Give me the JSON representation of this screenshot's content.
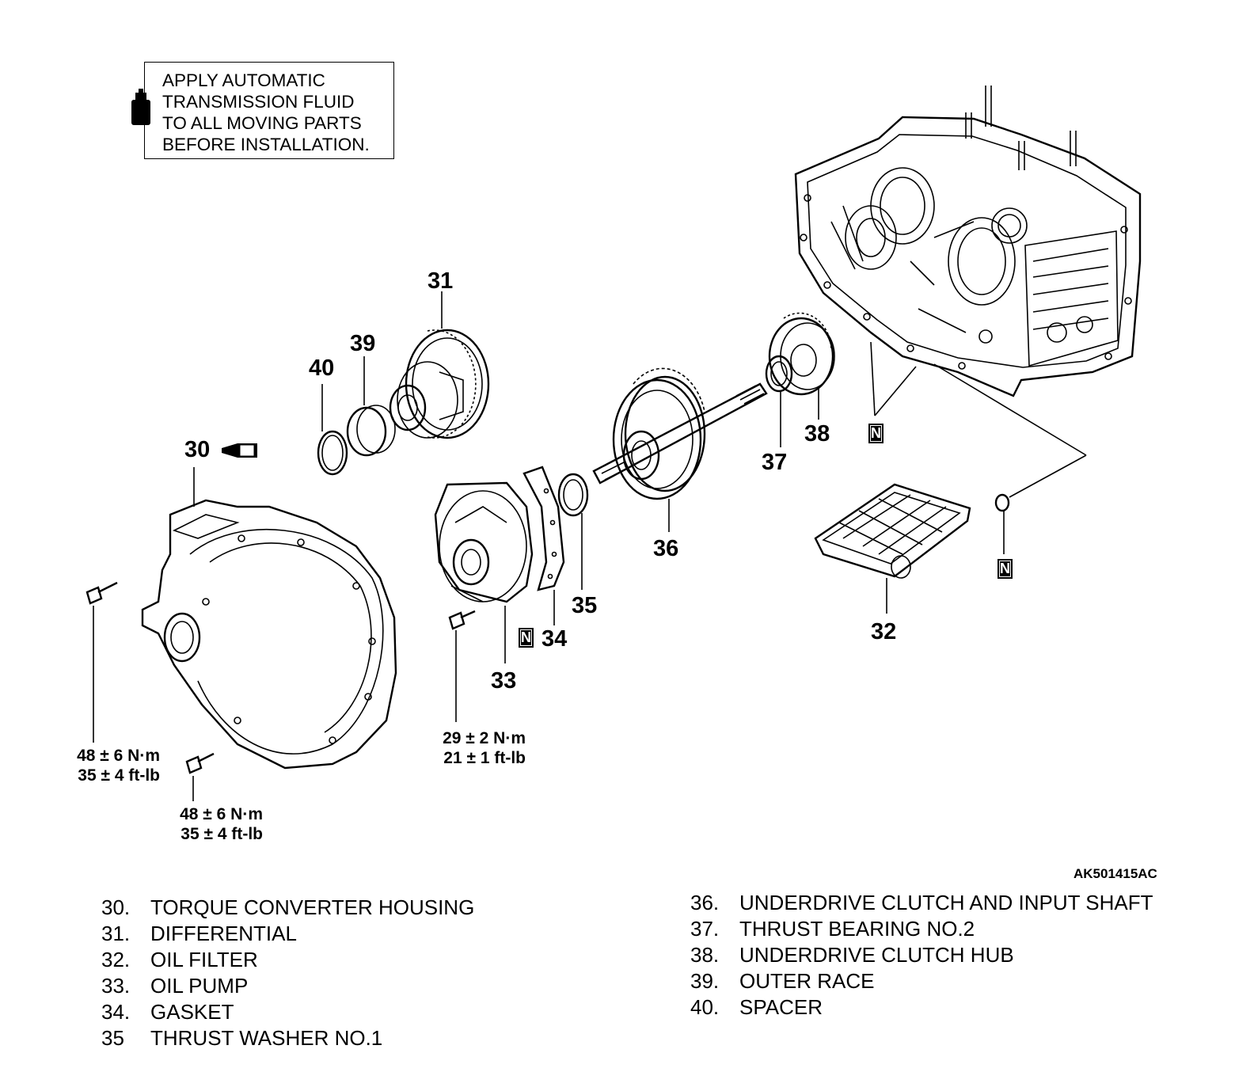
{
  "note": {
    "lines": [
      "APPLY AUTOMATIC",
      "TRANSMISSION FLUID",
      "TO ALL MOVING PARTS",
      "BEFORE INSTALLATION."
    ],
    "icon": "fluid-bottle-icon"
  },
  "callouts": {
    "c30": "30",
    "c31": "31",
    "c32": "32",
    "c33": "33",
    "c34": "34",
    "c35": "35",
    "c36": "36",
    "c37": "37",
    "c38": "38",
    "c39": "39",
    "c40": "40"
  },
  "new_part_mark": "N",
  "torque": {
    "housing_bolt_left": [
      "48 ± 6 N·m",
      "35 ± 4 ft-lb"
    ],
    "housing_bolt_bottom": [
      "48 ± 6 N·m",
      "35 ± 4 ft-lb"
    ],
    "pump_bolt": [
      "29 ± 2 N·m",
      "21 ± 1 ft-lb"
    ]
  },
  "figure_id": "AK501415AC",
  "legend": {
    "left": [
      {
        "num": "30.",
        "label": "TORQUE CONVERTER HOUSING"
      },
      {
        "num": "31.",
        "label": "DIFFERENTIAL"
      },
      {
        "num": "32.",
        "label": "OIL FILTER"
      },
      {
        "num": "33.",
        "label": "OIL PUMP"
      },
      {
        "num": "34.",
        "label": "GASKET"
      },
      {
        "num": "35",
        "label": "THRUST WASHER NO.1"
      }
    ],
    "right": [
      {
        "num": "36.",
        "label": "UNDERDRIVE CLUTCH AND INPUT SHAFT"
      },
      {
        "num": "37.",
        "label": "THRUST BEARING NO.2"
      },
      {
        "num": "38.",
        "label": "UNDERDRIVE CLUTCH HUB"
      },
      {
        "num": "39.",
        "label": "OUTER RACE"
      },
      {
        "num": "40.",
        "label": "SPACER"
      }
    ]
  }
}
